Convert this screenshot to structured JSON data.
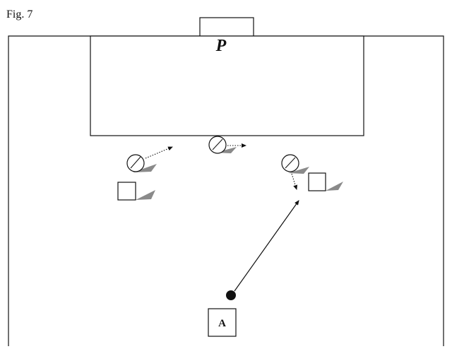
{
  "figure": {
    "label": "Fig. 7"
  },
  "goal": {
    "label": "P"
  },
  "player": {
    "label": "A"
  },
  "colors": {
    "line": "#111111",
    "shadow": "#8a8a8a",
    "ball": "#111111",
    "background": "#ffffff"
  },
  "icons": {
    "defender": "circle-player-icon",
    "attacker": "square-player-icon",
    "ball": "ball-icon"
  }
}
